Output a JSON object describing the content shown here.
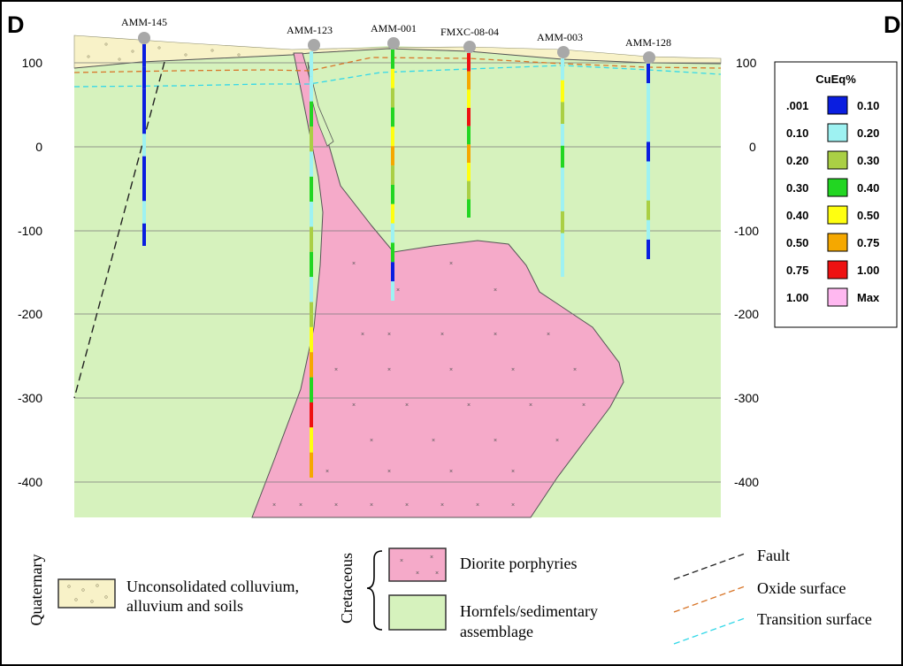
{
  "section": {
    "corner_left": "D",
    "corner_right": "D'"
  },
  "elevation_labels": [
    "100",
    "0",
    "-100",
    "-200",
    "-300",
    "-400"
  ],
  "drillholes": [
    {
      "name": "AMM-145"
    },
    {
      "name": "AMM-123"
    },
    {
      "name": "AMM-001"
    },
    {
      "name": "FMXC-08-04"
    },
    {
      "name": "AMM-003"
    },
    {
      "name": "AMM-128"
    }
  ],
  "grade_legend": {
    "title": "CuEq%",
    "rows": [
      {
        "from": ".001",
        "to": "0.10",
        "color": "#0a1ee0"
      },
      {
        "from": "0.10",
        "to": "0.20",
        "color": "#9ef2f2"
      },
      {
        "from": "0.20",
        "to": "0.30",
        "color": "#aacf45"
      },
      {
        "from": "0.30",
        "to": "0.40",
        "color": "#22d622"
      },
      {
        "from": "0.40",
        "to": "0.50",
        "color": "#ffff10"
      },
      {
        "from": "0.50",
        "to": "0.75",
        "color": "#f5a800"
      },
      {
        "from": "0.75",
        "to": "1.00",
        "color": "#ee1111"
      },
      {
        "from": "1.00",
        "to": "Max",
        "color": "#ffb8f0"
      }
    ]
  },
  "geology_legend": {
    "quaternary_label": "Quaternary",
    "cretaceous_label": "Cretaceous",
    "unconsolidated_line1": "Unconsolidated colluvium,",
    "unconsolidated_line2": "alluvium and soils",
    "diorite": "Diorite porphyries",
    "hornfels_line1": "Hornfels/sedimentary",
    "hornfels_line2": "assemblage",
    "fault": "Fault",
    "oxide": "Oxide surface",
    "transition": "Transition surface"
  },
  "colors": {
    "hornfels": "#d6f2bd",
    "diorite": "#f5aac9",
    "quaternary": "#f8f2c8",
    "oxide": "#d8762a",
    "transition": "#34d8e8",
    "fault": "#222222",
    "collar": "#a8a8a8"
  }
}
